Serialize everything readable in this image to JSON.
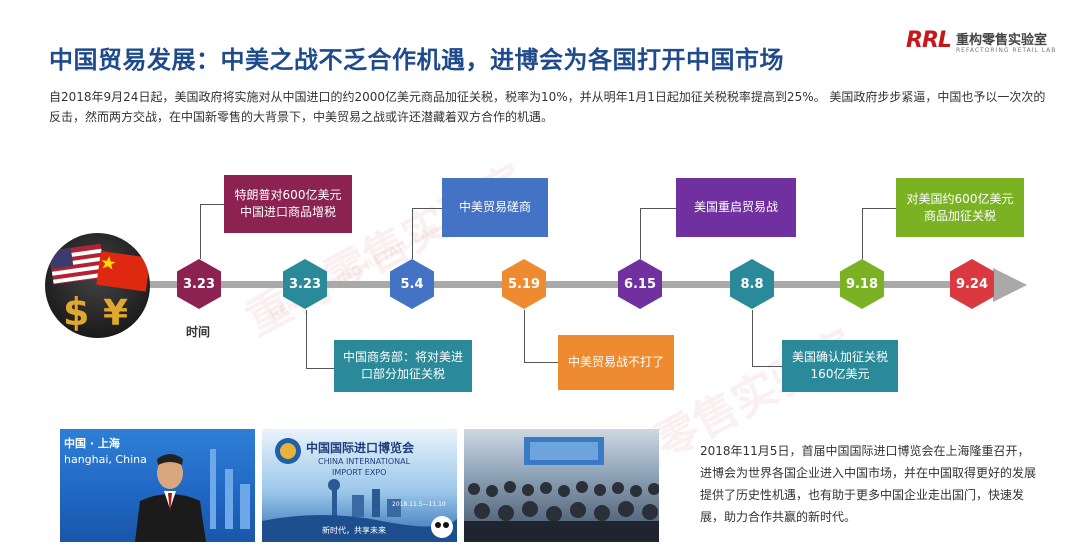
{
  "title": "中国贸易发展：中美之战不乏合作机遇，进博会为各国打开中国市场",
  "logo": {
    "mark": "RRL",
    "name": "重构零售实验室",
    "sub": "REFACTORING RETAIL LAB"
  },
  "intro": "自2018年9月24日起，美国政府将实施对从中国进口的约2000亿美元商品加征关税，税率为10%，并从明年1月1日起加征关税税率提高到25%。 美国政府步步紧逼，中国也予以一次次的反击，然而两方交战，在中国新零售的大背景下，中美贸易之战或许还潜藏着双方合作的机遇。",
  "timeline": {
    "axis_label": "时间",
    "nodes": [
      "3.23",
      "3.23",
      "5.4",
      "5.19",
      "6.15",
      "8.8",
      "9.18",
      "9.24"
    ],
    "events": [
      "特朗普对600亿美元中国进口商品增税",
      "中国商务部：将对美进口部分加征关税",
      "中美贸易磋商",
      "中美贸易战不打了",
      "美国重启贸易战",
      "美国确认加征关税160亿美元",
      "对美国约600亿美元商品加征关税"
    ]
  },
  "photos": {
    "p1_tag": "中国 · 上海",
    "p1_sub": "hanghai, China",
    "p2_title": "中国国际进口博览会",
    "p2_en1": "CHINA INTERNATIONAL",
    "p2_en2": "IMPORT EXPO",
    "p2_dates": "2018.11.5—11.10",
    "p2_slogan": "新时代，共享未来"
  },
  "caption": "2018年11月5日，首届中国国际进口博览会在上海隆重召开，进博会为世界各国企业进入中国市场，并在中国取得更好的发展提供了历史性机遇，也有助于更多中国企业走出国门，快速发展，助力合作共赢的新时代。",
  "colors": {
    "title": "#1f4a8c",
    "maroon": "#8b2252",
    "teal": "#2b8a9a",
    "blue": "#4472c4",
    "orange": "#ee8a2f",
    "purple": "#7030a0",
    "green": "#7ab224",
    "red": "#d9393f",
    "axis": "#a9a9a9"
  }
}
